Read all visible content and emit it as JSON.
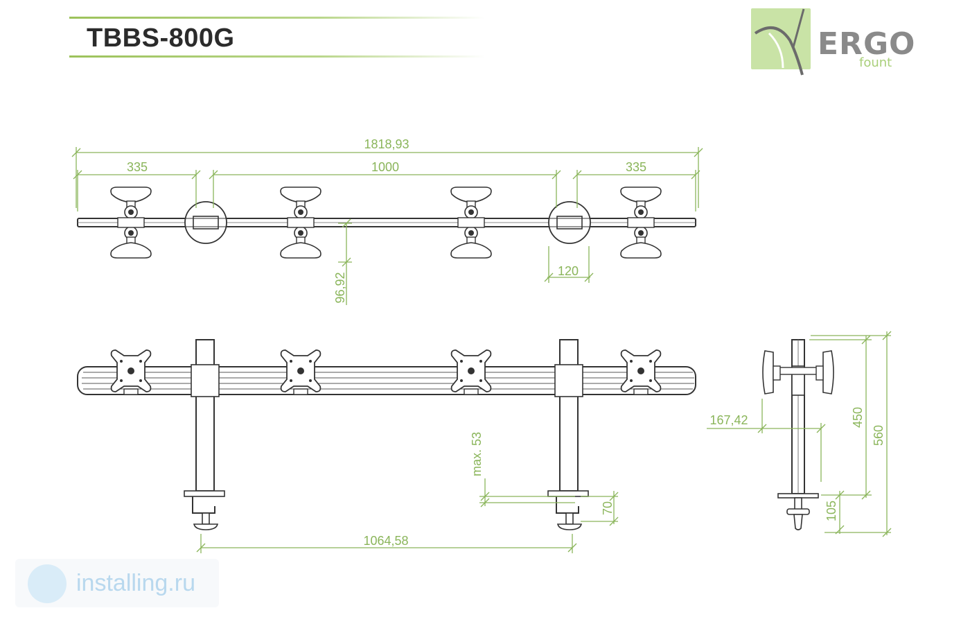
{
  "header": {
    "title": "TBBS-800G"
  },
  "logo": {
    "brand": "ERGO",
    "sub": "fount"
  },
  "watermark": {
    "text": "installing.ru",
    "icon": "globe-logo-icon"
  },
  "colors": {
    "accent": "#8ab55a",
    "line": "#555555",
    "logo_box": "#c9e3a6"
  },
  "dimensions": {
    "total_width": "1818,93",
    "left_span": "335",
    "center_span": "1000",
    "right_span": "335",
    "clamp_width": "120",
    "head_depth": "96,92",
    "clamp_distance": "1064,58",
    "max_desk": "max. 53",
    "clamp_70": "70",
    "side_offset": "167,42",
    "height_450": "450",
    "height_560": "560",
    "height_105": "105"
  }
}
